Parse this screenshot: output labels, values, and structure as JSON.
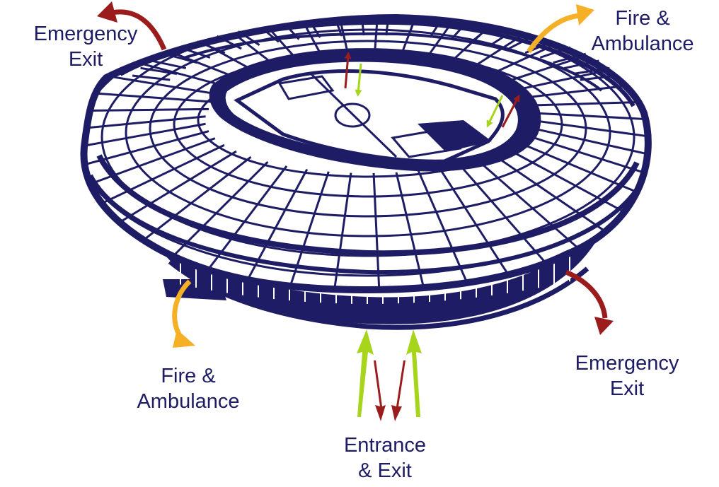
{
  "colors": {
    "stadium": "#1e1c64",
    "label": "#1e1c64",
    "emergency_arrow": "#9b1c1c",
    "fire_arrow": "#f5b026",
    "entrance_arrow": "#a6d51c",
    "exit_arrow": "#9b1c1c"
  },
  "labels": {
    "emergency_top": {
      "line1": "Emergency",
      "line2": "Exit"
    },
    "fire_top": {
      "line1": "Fire &",
      "line2": "Ambulance"
    },
    "fire_bottom": {
      "line1": "Fire &",
      "line2": "Ambulance"
    },
    "emergency_bottom": {
      "line1": "Emergency",
      "line2": "Exit"
    },
    "entrance": {
      "line1": "Entrance",
      "line2": "& Exit"
    }
  },
  "icons": {
    "stadium": "stadium-illustration",
    "emergency_arrow": "curved-arrow-icon",
    "fire_arrow": "curved-arrow-icon",
    "entrance_arrow": "straight-arrow-icon"
  }
}
